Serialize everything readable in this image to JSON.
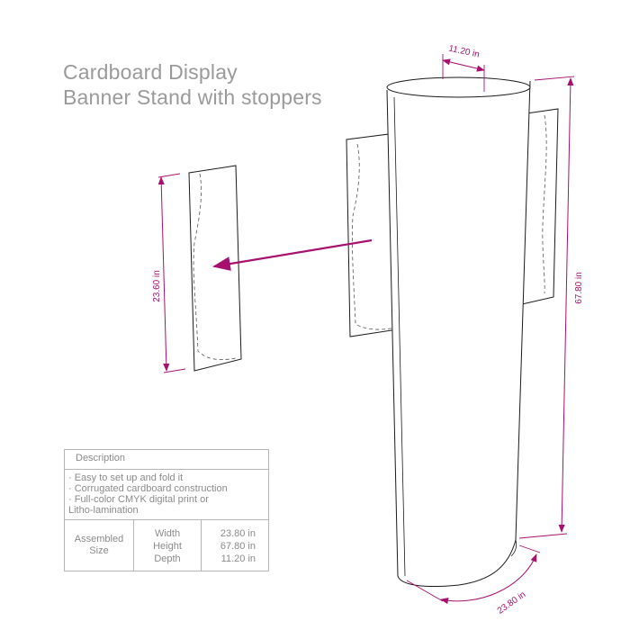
{
  "title": {
    "line1": "Cardboard Display",
    "line2": "Banner Stand with stoppers"
  },
  "dimensions": {
    "depth": "11.20 in",
    "height": "67.80 in",
    "width": "23.80 in",
    "panel_height": "23.60 in"
  },
  "colors": {
    "accent": "#a8106f",
    "outline": "#1a1a1a",
    "text": "#8a8a8a"
  },
  "spec_table": {
    "header": "Description",
    "features": [
      "· Easy to set up and fold it",
      "· Corrugated cardboard construction",
      "· Full-color CMYK digital print or",
      "Litho-lamination"
    ],
    "size_label_line1": "Assembled",
    "size_label_line2": "Size",
    "keys": [
      "Width",
      "Height",
      "Depth"
    ],
    "values": [
      "23.80 in",
      "67.80 in",
      "11.20 in"
    ]
  }
}
